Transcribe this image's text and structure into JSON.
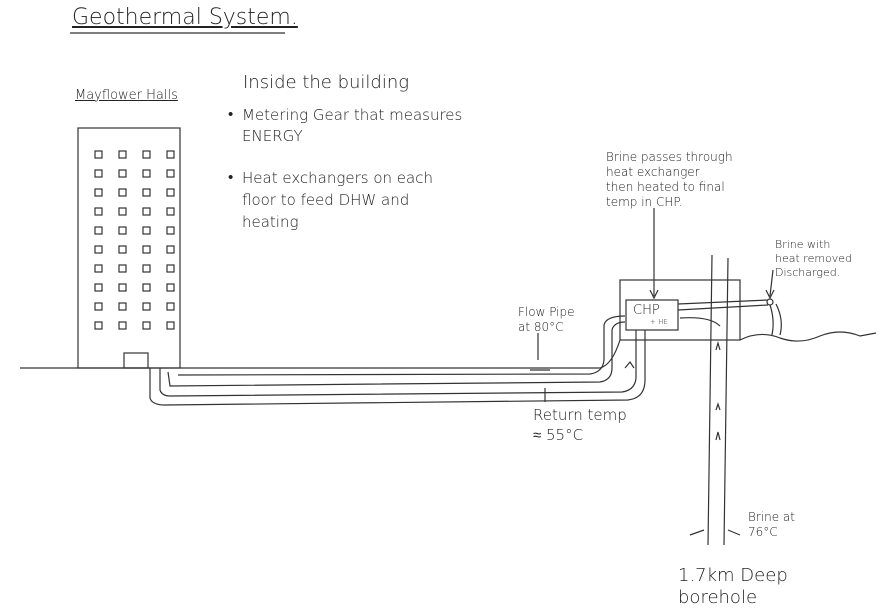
{
  "title": "Geothermal System.",
  "building": {
    "name": "Mayflower Halls",
    "heading": "Inside the building",
    "bullets": [
      "Metering Gear that measures\nENERGY",
      "Heat exchangers on each\nfloor to feed DHW and\nheating"
    ]
  },
  "chp": {
    "label": "CHP",
    "sublabel": "+ HE",
    "note": "Brine passes through\nheat exchanger\nthen heated to final\ntemp in CHP."
  },
  "discharge_note": "Brine with\nheat removed\nDischarged.",
  "flow_pipe": "Flow Pipe\nat 80°C",
  "return_temp": "Return temp\n≈ 55°C",
  "brine_temp": "Brine at\n76°C",
  "borehole": "1.7km Deep\nborehole"
}
